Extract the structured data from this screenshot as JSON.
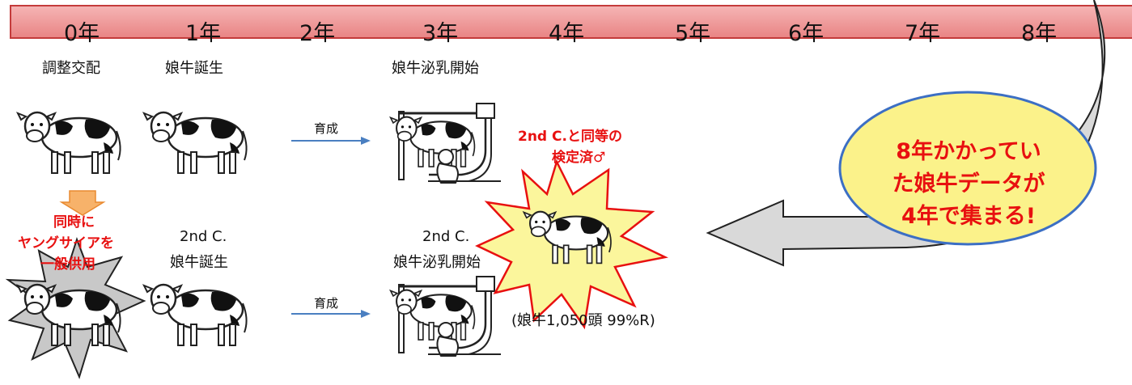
{
  "timeline": {
    "years": [
      "0年",
      "1年",
      "2年",
      "3年",
      "4年",
      "5年",
      "6年",
      "7年",
      "8年"
    ]
  },
  "row1": {
    "event_0": "調整交配",
    "event_1": "娘牛誕生",
    "event_3": "娘牛泌乳開始",
    "arrow_label": "育成"
  },
  "row2": {
    "event_1_line1": "2nd C.",
    "event_1_line2": "娘牛誕生",
    "event_3_line1": "2nd C.",
    "event_3_line2": "娘牛泌乳開始",
    "arrow_label": "育成"
  },
  "young_sire_note": [
    "同時に",
    "ヤングサイアを",
    "一般供用"
  ],
  "proven_note": [
    "2nd C.と同等の",
    "検定済♂"
  ],
  "daughter_stats": "(娘牛1,050頭 99%R)",
  "bubble": [
    "8年かかってい",
    "た娘牛データが",
    "4年で集まる!"
  ],
  "colors": {
    "timeline_fill": "#f0a0a0",
    "timeline_border": "#c43b3b",
    "accent_red": "#e81010",
    "bubble_fill": "#fbf28a",
    "bubble_border": "#3c6fc4",
    "burst_yellow": "#fbf69c",
    "burst_gray": "#c8c8c8",
    "arrow_blue": "#4a7fc1",
    "orange_arrow": "#f7b26a"
  }
}
